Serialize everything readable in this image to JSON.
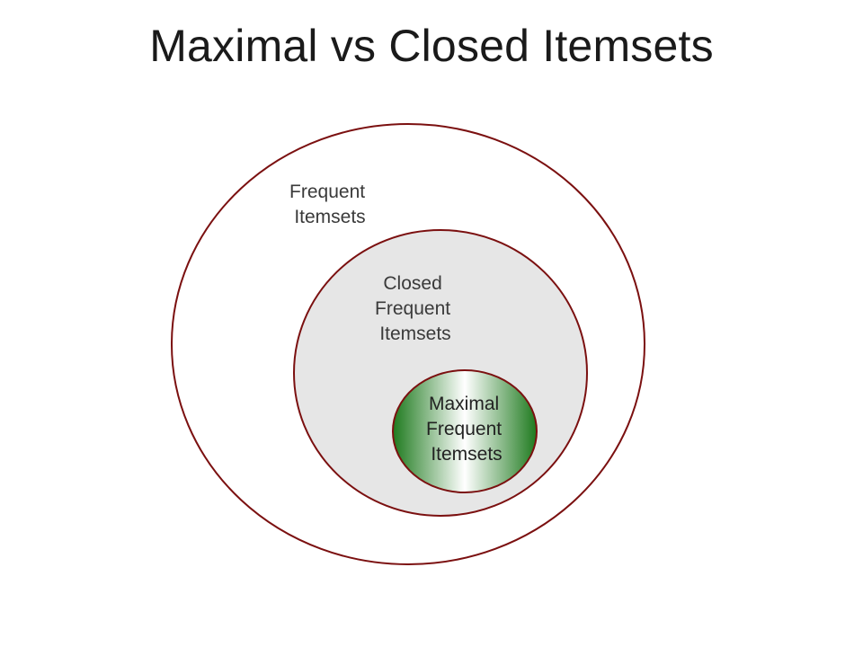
{
  "title": "Maximal vs Closed Itemsets",
  "sets": {
    "frequent": {
      "lines": [
        "Frequent",
        "Itemsets"
      ]
    },
    "closed": {
      "lines": [
        "Closed",
        "Frequent",
        "Itemsets"
      ]
    },
    "maximal": {
      "lines": [
        "Maximal",
        "Frequent",
        "Itemsets"
      ]
    }
  },
  "colors": {
    "outline": "#7b1010",
    "closed_fill": "#e6e6e6",
    "maximal_fill_dark": "#1e7a1e",
    "maximal_fill_light": "#ffffff",
    "text": "#3a3a3a",
    "maximal_text": "#222222"
  }
}
